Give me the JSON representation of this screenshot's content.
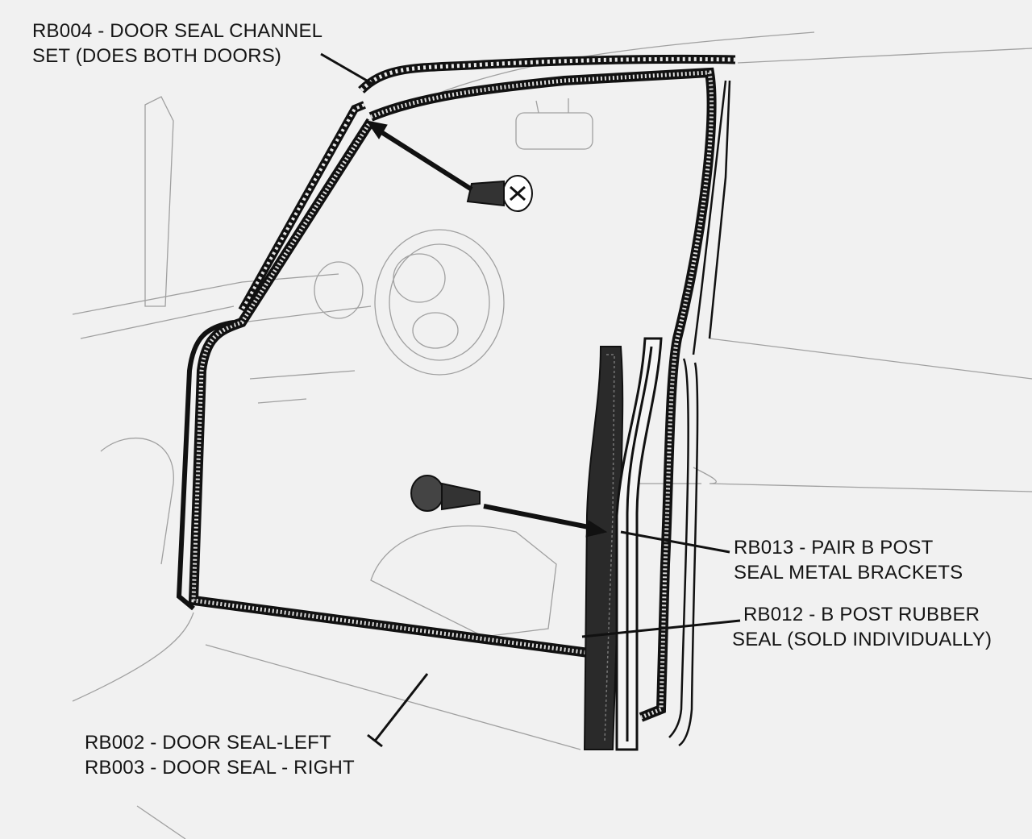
{
  "labels": {
    "rb004": [
      "RB004 - DOOR SEAL CHANNEL",
      "SET (DOES BOTH DOORS)"
    ],
    "rb013": [
      "RB013 - PAIR B POST",
      "SEAL METAL BRACKETS"
    ],
    "rb012": [
      "RB012 - B POST RUBBER",
      "SEAL (SOLD INDIVIDUALLY)"
    ],
    "rb002": [
      "RB002 - DOOR SEAL-LEFT",
      "RB003 - DOOR SEAL - RIGHT"
    ]
  },
  "colors": {
    "background": "#f1f1f1",
    "ink": "#151515",
    "sketch": "#9a9a9a"
  }
}
